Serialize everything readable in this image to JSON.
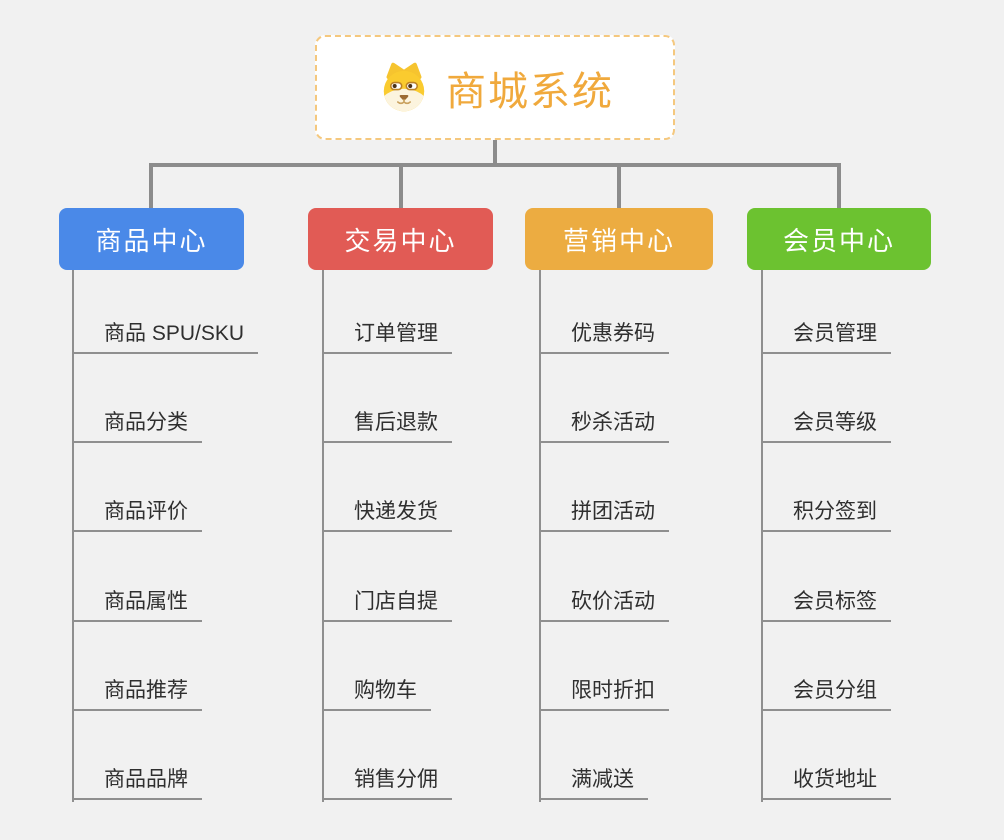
{
  "root": {
    "label": "商城系统",
    "icon": "dog-face-icon",
    "text_color": "#F0A93C",
    "border_color": "#F5C87E"
  },
  "colors": {
    "background": "#F1F1F1",
    "connector": "#8C8C8C",
    "leaf_line": "#8F8F8F",
    "leaf_text": "#2F2F2F"
  },
  "branches": [
    {
      "id": "product-center",
      "label": "商品中心",
      "color": "#4A89E8",
      "items": [
        "商品 SPU/SKU",
        "商品分类",
        "商品评价",
        "商品属性",
        "商品推荐",
        "商品品牌"
      ]
    },
    {
      "id": "trade-center",
      "label": "交易中心",
      "color": "#E15B55",
      "items": [
        "订单管理",
        "售后退款",
        "快递发货",
        "门店自提",
        "购物车",
        "销售分佣"
      ]
    },
    {
      "id": "marketing-center",
      "label": "营销中心",
      "color": "#ECAC41",
      "items": [
        "优惠券码",
        "秒杀活动",
        "拼团活动",
        "砍价活动",
        "限时折扣",
        "满减送"
      ]
    },
    {
      "id": "member-center",
      "label": "会员中心",
      "color": "#6CC230",
      "items": [
        "会员管理",
        "会员等级",
        "积分签到",
        "会员标签",
        "会员分组",
        "收货地址"
      ]
    }
  ]
}
